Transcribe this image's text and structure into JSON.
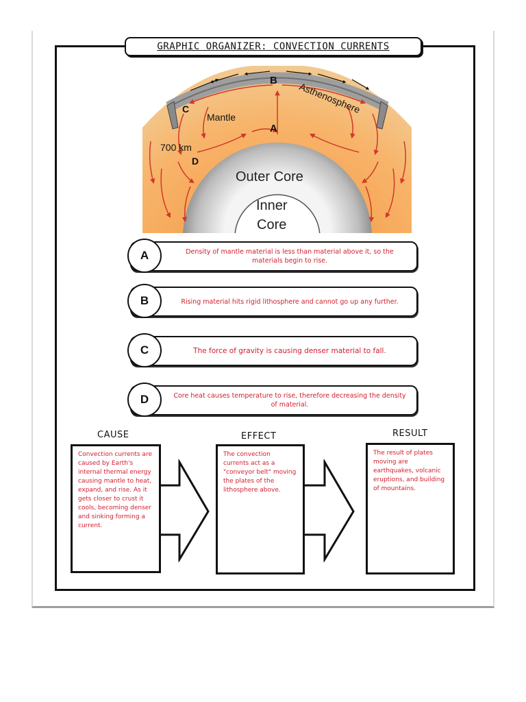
{
  "title": "GRAPHIC ORGANIZER: CONVECTION CURRENTS",
  "diagram": {
    "labels": {
      "b": "B",
      "asthenosphere": "Asthenosphere",
      "c": "C",
      "mantle": "Mantle",
      "a": "A",
      "depth": "700 km",
      "d": "D",
      "outer_core": "Outer Core",
      "inner_core_1": "Inner",
      "inner_core_2": "Core"
    }
  },
  "points": [
    {
      "letter": "A",
      "text": "Density of mantle material is less than material above it, so the materials begin to rise."
    },
    {
      "letter": "B",
      "text": "Rising material hits rigid lithosphere and cannot go up any further."
    },
    {
      "letter": "C",
      "text": "The force of gravity is causing denser material to fall."
    },
    {
      "letter": "D",
      "text": "Core heat causes temperature to rise, therefore decreasing the density of material."
    }
  ],
  "cause": {
    "heading": "CAUSE",
    "text": "Convection currents are caused by Earth's internal thermal energy causing mantle to heat, expand, and rise. As it gets closer to crust it cools, becoming denser and sinking forming a current."
  },
  "effect": {
    "heading": "EFFECT",
    "text": "The convection currents act as a \"conveyor belt\" moving the plates of the lithosphere above."
  },
  "result": {
    "heading": "RESULT",
    "text": "The result of plates moving are earthquakes, volcanic eruptions, and building of mountains."
  },
  "colors": {
    "ink": "#111111",
    "answer_red": "#d21c2c",
    "mantle_orange": "#f29a4a",
    "arrow_red": "#d0382a"
  }
}
